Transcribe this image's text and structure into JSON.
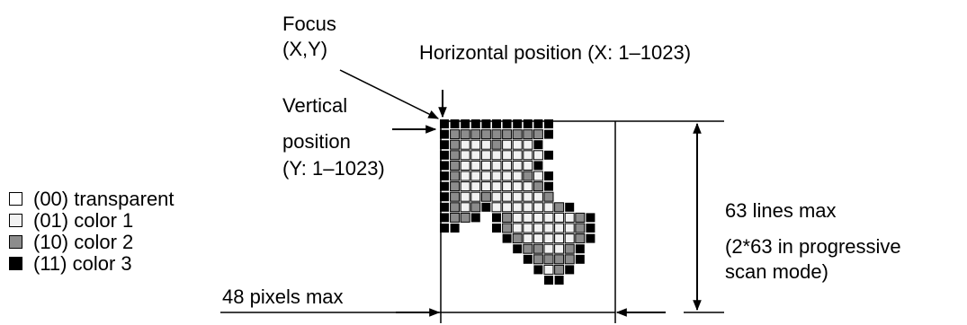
{
  "labels": {
    "focus_line1": "Focus",
    "focus_line2": "(X,Y)",
    "horizontal": "Horizontal position (X: 1–1023)",
    "vertical_line1": "Vertical",
    "vertical_line2": "position",
    "vertical_line3": "(Y: 1–1023)",
    "lines_max": "63 lines max",
    "progressive_line1": "(2*63 in progressive",
    "progressive_line2": "scan mode)",
    "pixels_max": "48 pixels max"
  },
  "legend": [
    {
      "label": "(00) transparent",
      "color": "#ffffff"
    },
    {
      "label": "(01) color 1",
      "color": "#f2f2f2"
    },
    {
      "label": "(10) color 2",
      "color": "#8c8c8c"
    },
    {
      "label": "(11) color 3",
      "color": "#000000"
    }
  ],
  "cursor_bitmap": [
    "33333333333",
    "32222222223",
    "3211121113",
    "32111111113",
    "3211111113",
    "32111111213",
    "32111111123",
    "32112111112",
    "3212311111123",
    "3223 3211111123",
    "33   3211111123",
    "      321111123",
    "       3221123",
    "        322223",
    "         3123",
    "          33"
  ]
}
